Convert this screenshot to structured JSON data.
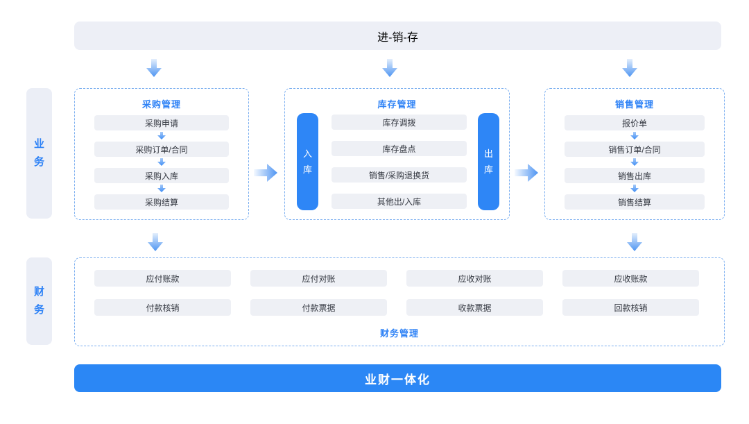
{
  "colors": {
    "accent_blue": "#2E86F6",
    "banner_blue": "#2B87F5",
    "title_blue": "#2E82F6",
    "light_panel": "#EDEFF6",
    "item_pill": "#EEF0F5",
    "dashed_border": "#7AAEF0"
  },
  "top_bar": {
    "label": "进-销-存"
  },
  "side_labels": {
    "business": "业务",
    "finance": "财务"
  },
  "purchase": {
    "title": "采购管理",
    "items": [
      "采购申请",
      "采购订单/合同",
      "采购入库",
      "采购结算"
    ]
  },
  "inventory": {
    "title": "库存管理",
    "in_label": "入库",
    "out_label": "出库",
    "items": [
      "库存调拨",
      "库存盘点",
      "销售/采购退换货",
      "其他出/入库"
    ]
  },
  "sales": {
    "title": "销售管理",
    "items": [
      "报价单",
      "销售订单/合同",
      "销售出库",
      "销售结算"
    ]
  },
  "finance": {
    "title": "财务管理",
    "row1": [
      "应付账款",
      "应付对账",
      "应收对账",
      "应收账款"
    ],
    "row2": [
      "付款核销",
      "付款票据",
      "收款票据",
      "回款核销"
    ]
  },
  "bottom_bar": {
    "label": "业财一体化"
  }
}
